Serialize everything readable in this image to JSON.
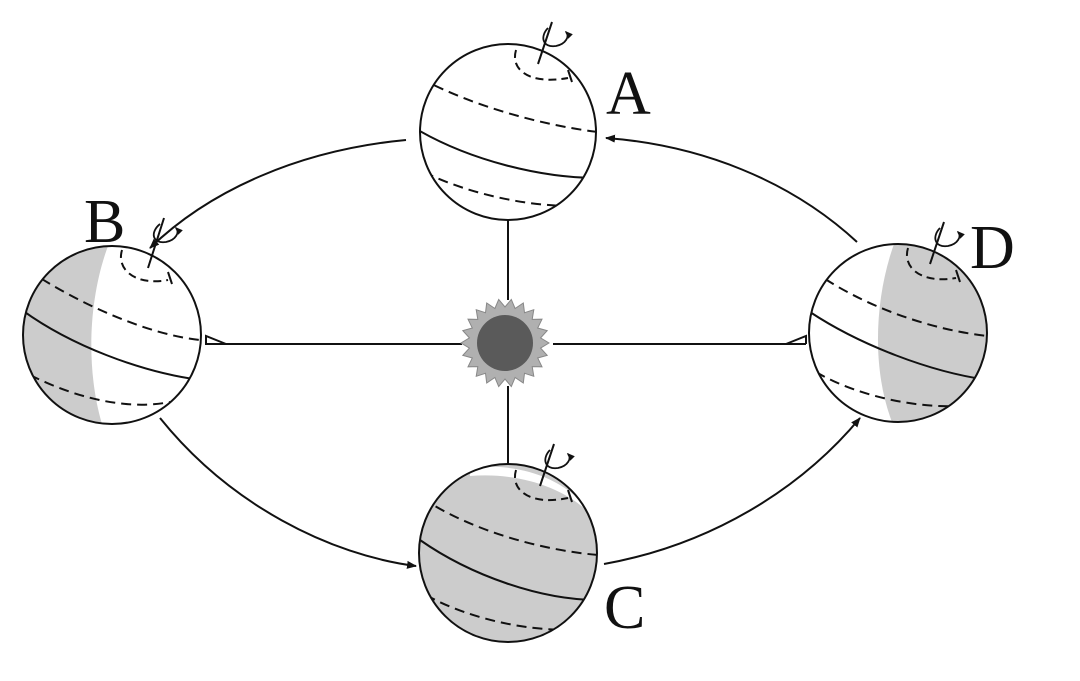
{
  "diagram": {
    "labels": {
      "a": "A",
      "b": "B",
      "c": "C",
      "d": "D"
    },
    "colors": {
      "stroke": "#111111",
      "night_shade": "#cccccc",
      "sun_core": "#5a5a5a",
      "sun_corona": "#b0b0b0",
      "background": "#ffffff"
    },
    "icons": {
      "sun": "sun-icon",
      "rotation": "rotation-arrow-icon",
      "right_angle": "right-angle-marker-icon"
    }
  }
}
